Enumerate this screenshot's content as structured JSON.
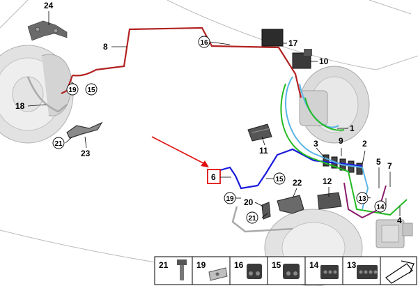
{
  "callouts": {
    "c24": "24",
    "c8": "8",
    "c16a": "16",
    "c17": "17",
    "c10": "10",
    "c19a": "19",
    "c15a": "15",
    "c18": "18",
    "c21a": "21",
    "c23": "23",
    "c1": "1",
    "c11": "11",
    "c3": "3",
    "c9": "9",
    "c2": "2",
    "c6": "6",
    "c15b": "15",
    "c22": "22",
    "c12": "12",
    "c5": "5",
    "c7": "7",
    "c19b": "19",
    "c20": "20",
    "c13": "13",
    "c14": "14",
    "c4": "4",
    "c21b": "21"
  },
  "legend": [
    "21",
    "19",
    "16",
    "15",
    "14",
    "13"
  ],
  "colors": {
    "red_line": "#b22222",
    "blue_line": "#1a1adc",
    "cyan_line": "#5ab4e6",
    "green_line": "#22bb22",
    "purple_line": "#8b1a6b",
    "highlight_box": "#e01010",
    "arrow": "#e01010",
    "part_gray": "#d8d8d8"
  }
}
